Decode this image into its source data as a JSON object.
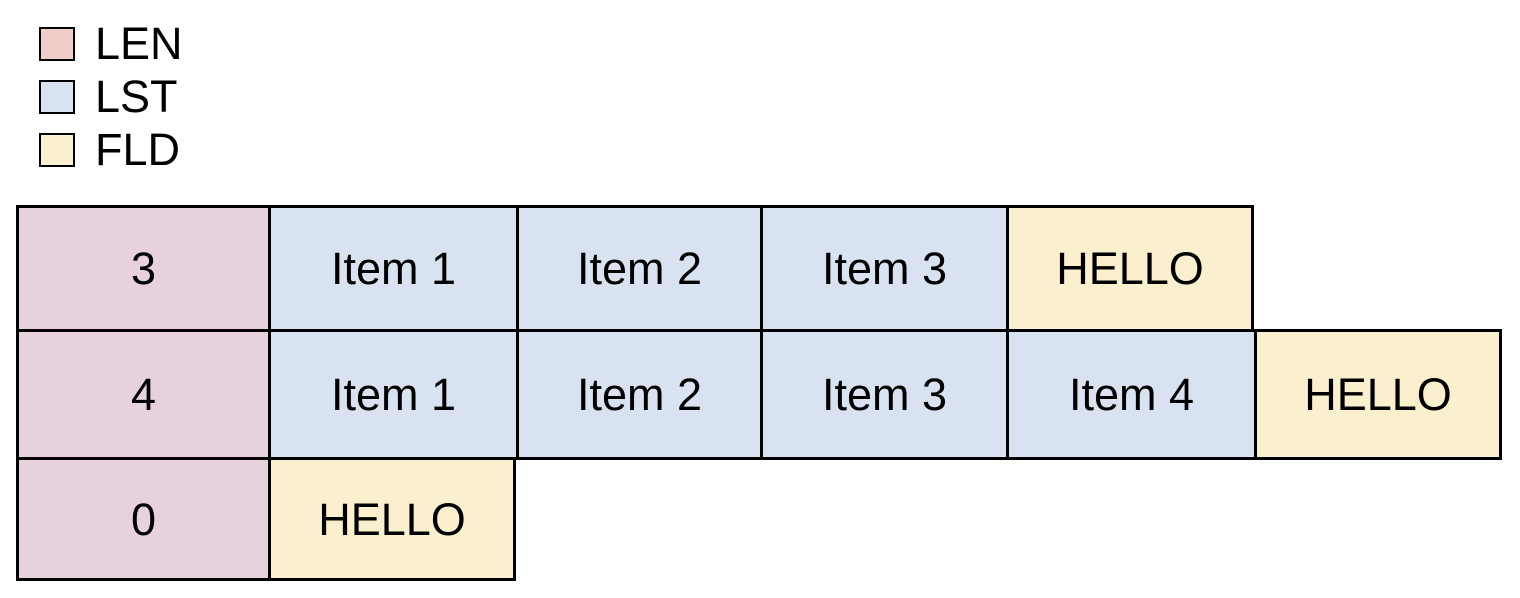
{
  "colors": {
    "len_legend": "#efcdc9",
    "len_cell": "#e6d1dd",
    "lst": "#d8e2f1",
    "fld": "#faf0cd",
    "border": "#000000",
    "text": "#000000",
    "background": "#ffffff"
  },
  "legend": {
    "items": [
      {
        "label": "LEN",
        "color": "#efcdc9"
      },
      {
        "label": "LST",
        "color": "#d8e2f1"
      },
      {
        "label": "FLD",
        "color": "#faf0cd"
      }
    ]
  },
  "table": {
    "rows": [
      {
        "cells": [
          {
            "text": "3",
            "type": "LEN"
          },
          {
            "text": "Item 1",
            "type": "LST"
          },
          {
            "text": "Item 2",
            "type": "LST"
          },
          {
            "text": "Item 3",
            "type": "LST"
          },
          {
            "text": "HELLO",
            "type": "FLD"
          }
        ]
      },
      {
        "cells": [
          {
            "text": "4",
            "type": "LEN"
          },
          {
            "text": "Item 1",
            "type": "LST"
          },
          {
            "text": "Item 2",
            "type": "LST"
          },
          {
            "text": "Item 3",
            "type": "LST"
          },
          {
            "text": "Item 4",
            "type": "LST"
          },
          {
            "text": "HELLO",
            "type": "FLD"
          }
        ]
      },
      {
        "cells": [
          {
            "text": "0",
            "type": "LEN"
          },
          {
            "text": "HELLO",
            "type": "FLD"
          }
        ]
      }
    ]
  }
}
